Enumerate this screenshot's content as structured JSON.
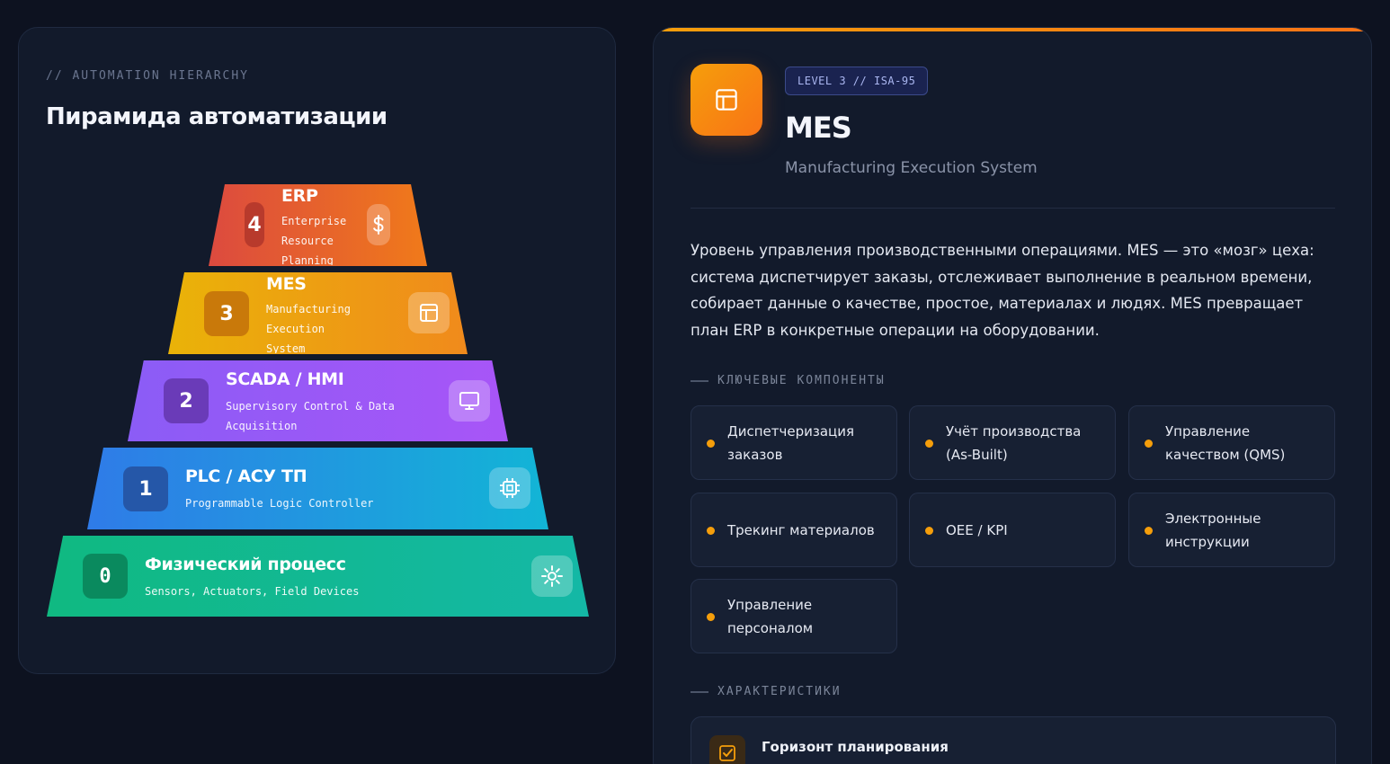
{
  "left": {
    "eyebrow": "// AUTOMATION HIERARCHY",
    "title": "Пирамида автоматизации",
    "layers": [
      {
        "num": "4",
        "name": "ERP",
        "sub": "Enterprise Resource Planning",
        "icon": "dollar-icon",
        "color_from": "#dc4a3f",
        "color_to": "#f07a1a"
      },
      {
        "num": "3",
        "name": "MES",
        "sub": "Manufacturing Execution System",
        "icon": "layout-icon",
        "color_from": "#eab308",
        "color_to": "#f08a1c"
      },
      {
        "num": "2",
        "name": "SCADA / HMI",
        "sub": "Supervisory Control & Data Acquisition",
        "icon": "monitor-icon",
        "color_from": "#8b5cf6",
        "color_to": "#a855f7"
      },
      {
        "num": "1",
        "name": "PLC / АСУ ТП",
        "sub": "Programmable Logic Controller",
        "icon": "chip-icon",
        "color_from": "#2f7be8",
        "color_to": "#12b5d6"
      },
      {
        "num": "0",
        "name": "Физический процесс",
        "sub": "Sensors, Actuators, Field Devices",
        "icon": "sun-icon",
        "color_from": "#10b981",
        "color_to": "#14b8a6"
      }
    ]
  },
  "right": {
    "badge": "LEVEL 3 // ISA-95",
    "title": "MES",
    "subtitle": "Manufacturing Execution System",
    "description": "Уровень управления производственными операциями. MES — это «мозг» цеха: система диспетчирует заказы, отслеживает выполнение в реальном времени, собирает данные о качестве, простое, материалах и людях. MES превращает план ERP в конкретные операции на оборудовании.",
    "components_heading": "КЛЮЧЕВЫЕ КОМПОНЕНТЫ",
    "components": [
      "Диспетчеризация заказов",
      "Учёт производства (As-Built)",
      "Управление качеством (QMS)",
      "Трекинг материалов",
      "OEE / KPI",
      "Электронные инструкции",
      "Управление персоналом"
    ],
    "characteristics_heading": "ХАРАКТЕРИСТИКИ",
    "characteristics": [
      {
        "title": "Горизонт планирования",
        "icon": "checkbox-icon"
      }
    ],
    "accent": "#f59e0b"
  }
}
